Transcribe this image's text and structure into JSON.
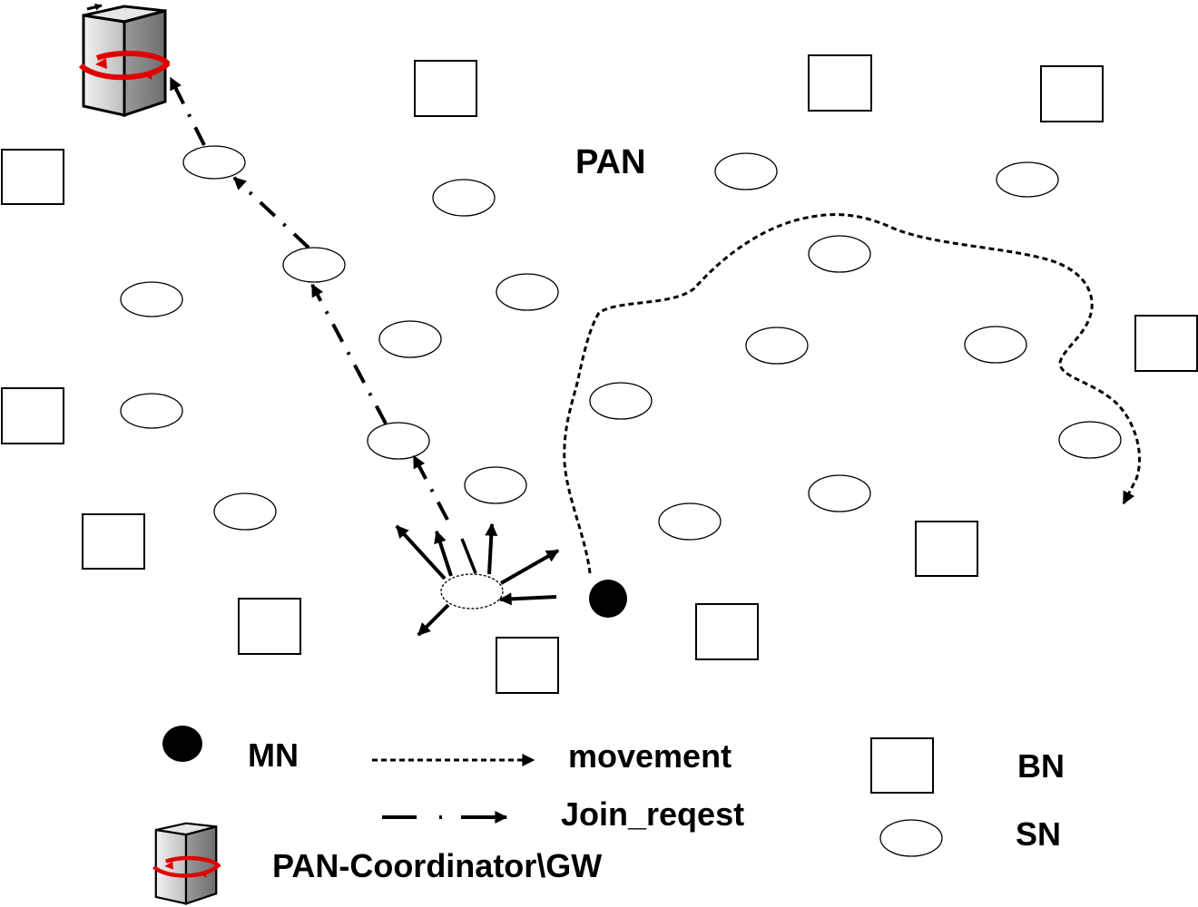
{
  "diagram": {
    "network_label": "PAN",
    "legend": {
      "mn": "MN",
      "movement": "movement",
      "join_request": "Join_reqest",
      "coordinator": "PAN-Coordinator\\GW",
      "bn": "BN",
      "sn": "SN"
    }
  }
}
